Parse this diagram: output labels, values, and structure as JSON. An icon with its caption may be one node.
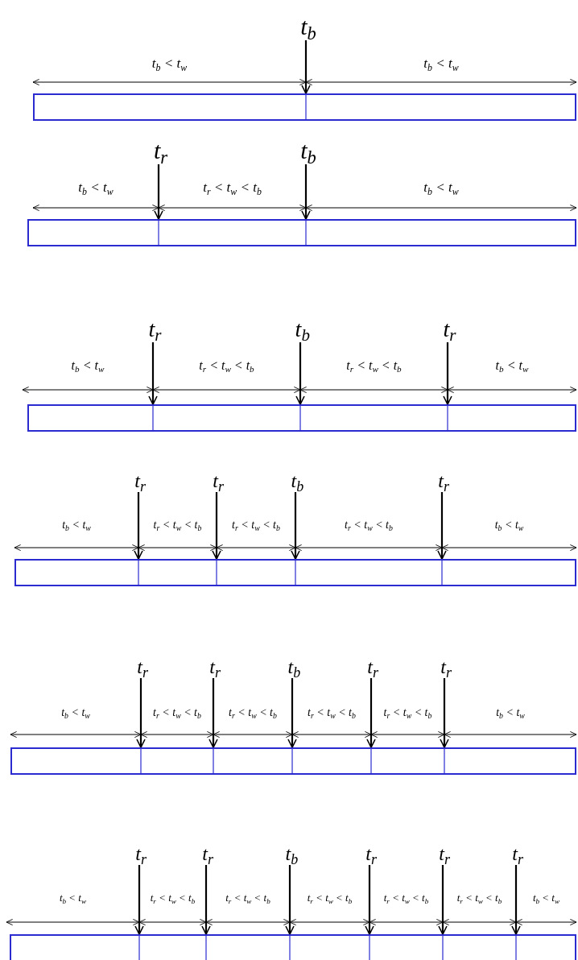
{
  "diagram": {
    "nodes": [
      {
        "text": [
          "t$_{b}$"
        ]
      },
      {
        "text": [],
        "shape": "bar"
      },
      {
        "text": [
          "t$_{r}$"
        ]
      },
      {
        "text": [
          "t$_{b}$"
        ]
      },
      {
        "text": [],
        "shape": "bar"
      },
      {
        "text": [
          "t$_{r}$"
        ]
      },
      {
        "text": [
          "t$_{b}$"
        ]
      },
      {
        "text": [
          "t$_{r}$"
        ]
      },
      {
        "text": [],
        "shape": "bar"
      },
      {
        "text": [
          "t$_{r}$"
        ]
      },
      {
        "text": [
          "t$_{r}$"
        ]
      },
      {
        "text": [
          "t$_{b}$"
        ]
      },
      {
        "text": [
          "t$_{r}$"
        ]
      },
      {
        "text": [],
        "shape": "bar"
      },
      {
        "text": [
          "t$_{r}$"
        ]
      },
      {
        "text": [
          "t$_{r}$"
        ]
      },
      {
        "text": [
          "t$_{b}$"
        ]
      },
      {
        "text": [
          "t$_{r}$"
        ]
      },
      {
        "text": [
          "t$_{r}$"
        ]
      },
      {
        "text": [],
        "shape": "bar"
      },
      {
        "text": [
          "t$_{r}$"
        ]
      },
      {
        "text": [
          "t$_{r}$"
        ]
      },
      {
        "text": [
          "t$_{b}$"
        ]
      },
      {
        "text": [
          "t$_{r}$"
        ]
      },
      {
        "text": [
          "t$_{r}$"
        ]
      },
      {
        "text": [
          "t$_{r}$"
        ]
      },
      {
        "text": [],
        "shape": "bar"
      }
    ],
    "edges": [
      {
        "from": 0,
        "to": 1,
        "arrow": "to"
      },
      {
        "from": 2,
        "to": 4,
        "arrow": "to"
      },
      {
        "from": 3,
        "to": 4,
        "arrow": "to"
      },
      {
        "from": 5,
        "to": 8,
        "arrow": "to"
      },
      {
        "from": 6,
        "to": 8,
        "arrow": "to"
      },
      {
        "from": 7,
        "to": 8,
        "arrow": "to"
      },
      {
        "from": 9,
        "to": 13,
        "arrow": "to"
      },
      {
        "from": 10,
        "to": 13,
        "arrow": "to"
      },
      {
        "from": 11,
        "to": 13,
        "arrow": "to"
      },
      {
        "from": 12,
        "to": 13,
        "arrow": "to"
      },
      {
        "from": 14,
        "to": 19,
        "arrow": "to"
      },
      {
        "from": 15,
        "to": 19,
        "arrow": "to"
      },
      {
        "from": 16,
        "to": 19,
        "arrow": "to"
      },
      {
        "from": 17,
        "to": 19,
        "arrow": "to"
      },
      {
        "from": 18,
        "to": 19,
        "arrow": "to"
      },
      {
        "from": 20,
        "to": 26,
        "arrow": "to"
      },
      {
        "from": 21,
        "to": 26,
        "arrow": "to"
      },
      {
        "from": 22,
        "to": 26,
        "arrow": "to"
      },
      {
        "from": 23,
        "to": 26,
        "arrow": "to"
      },
      {
        "from": 24,
        "to": 26,
        "arrow": "to"
      },
      {
        "from": 25,
        "to": 26,
        "arrow": "to"
      }
    ],
    "labels": [
      "t$_{b}$ < t$_{w}$",
      "t$_{b}$ < t$_{w}$",
      "t$_{b}$ < t$_{w}$",
      "t$_{r}$ < t$_{w}$ < t$_{b}$",
      "t$_{b}$ < t$_{w}$",
      "t$_{b}$ < t$_{w}$",
      "t$_{r}$ < t$_{w}$ < t$_{b}$",
      "t$_{r}$ < t$_{w}$ < t$_{b}$",
      "t$_{b}$ < t$_{w}$",
      "t$_{b}$ < t$_{w}$",
      "t$_{r}$ < t$_{w}$ < t$_{b}$",
      "t$_{r}$ < t$_{w}$ < t$_{b}$",
      "t$_{r}$ < t$_{w}$ < t$_{b}$",
      "t$_{b}$ < t$_{w}$",
      "t$_{b}$ < t$_{w}$",
      "t$_{r}$ < t$_{w}$ < t$_{b}$",
      "t$_{r}$ < t$_{w}$ < t$_{b}$",
      "t$_{r}$ < t$_{w}$ < t$_{b}$",
      "t$_{r}$ < t$_{w}$ < t$_{b}$",
      "t$_{b}$ < t$_{w}$",
      "t$_{b}$ < t$_{w}$",
      "t$_{r}$ < t$_{w}$ < t$_{b}$",
      "t$_{r}$ < t$_{w}$ < t$_{b}$",
      "t$_{r}$ < t$_{w}$ < t$_{b}$",
      "t$_{r}$ < t$_{w}$ < t$_{b}$",
      "t$_{r}$ < t$_{w}$ < t$_{b}$",
      "t$_{b}$ < t$_{w}$"
    ]
  }
}
